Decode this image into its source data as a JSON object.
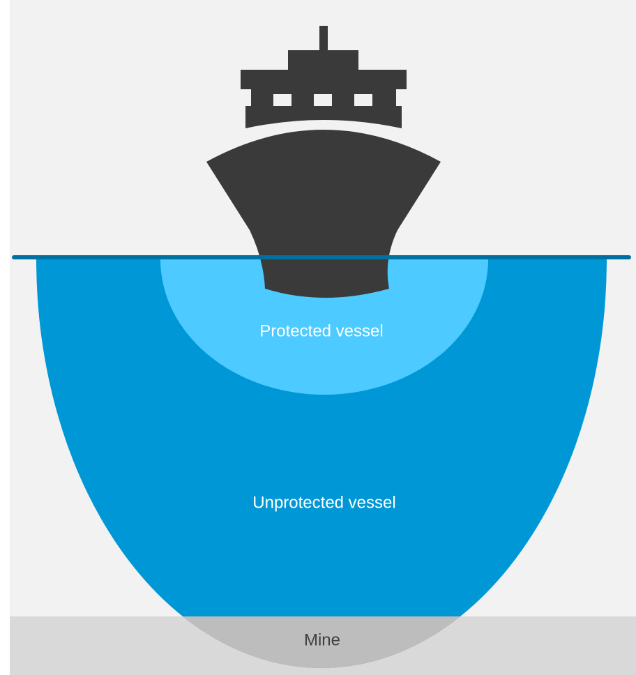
{
  "labels": {
    "protected": "Protected vessel",
    "unprotected": "Unprotected vessel",
    "seabed": "Mine"
  },
  "icons": {
    "ship": "ship-icon"
  },
  "colors": {
    "background": "#f2f2f2",
    "water_line": "#0070a0",
    "unprotected_zone": "#0097d6",
    "protected_zone": "#4dcaff",
    "seabed": "#d9d9d9",
    "seabed_overlap": "#bdbdbd",
    "ship": "#3a3a3a",
    "label_light": "#ffffff",
    "label_dark": "#404040"
  }
}
